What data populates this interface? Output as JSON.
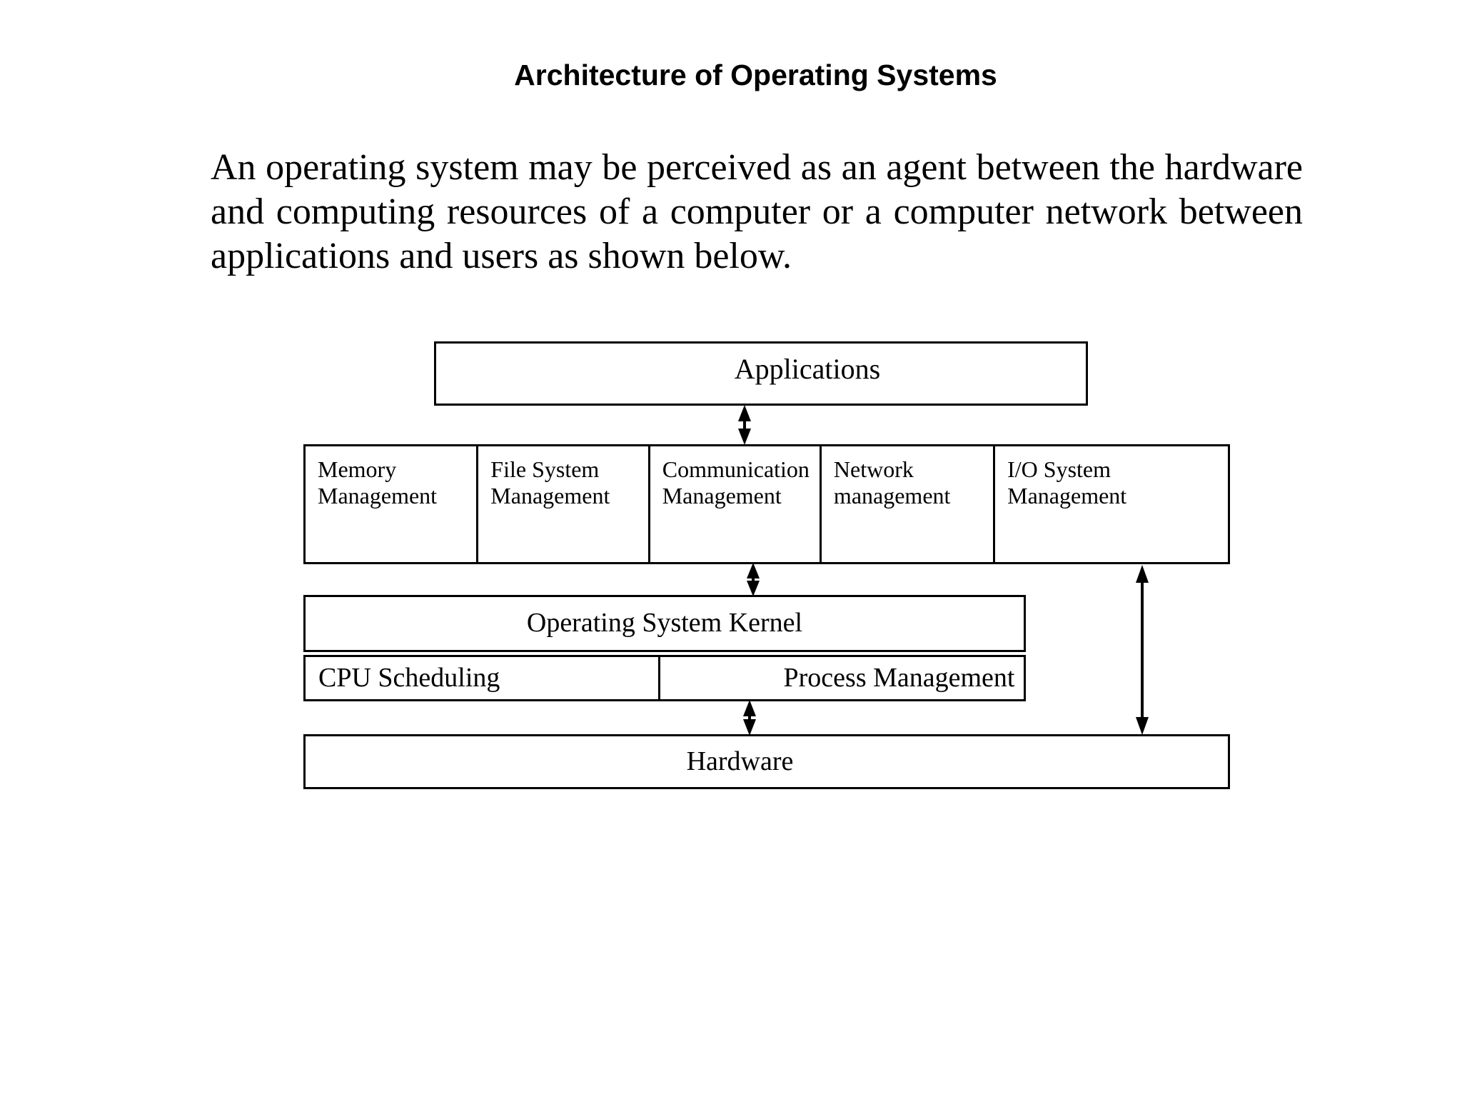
{
  "page": {
    "title": "Architecture of Operating Systems",
    "paragraph_lines": [
      "An operating system may be perceived as an agent between the hardware",
      "and computing resources of a computer or a computer network between",
      "applications and users as shown below."
    ]
  },
  "diagram": {
    "applications": {
      "label": "Applications"
    },
    "managers": [
      {
        "label": "Memory Management"
      },
      {
        "label": "File System Management"
      },
      {
        "label": "Communication Management"
      },
      {
        "label": "Network management"
      },
      {
        "label": "I/O System Management"
      }
    ],
    "kernel": {
      "label": "Operating System Kernel"
    },
    "cpu": {
      "label": "CPU Scheduling"
    },
    "process": {
      "label": "Process Management"
    },
    "hardware": {
      "label": "Hardware"
    },
    "colors": {
      "line": "#000000",
      "text": "#000000",
      "background": "#ffffff"
    }
  }
}
